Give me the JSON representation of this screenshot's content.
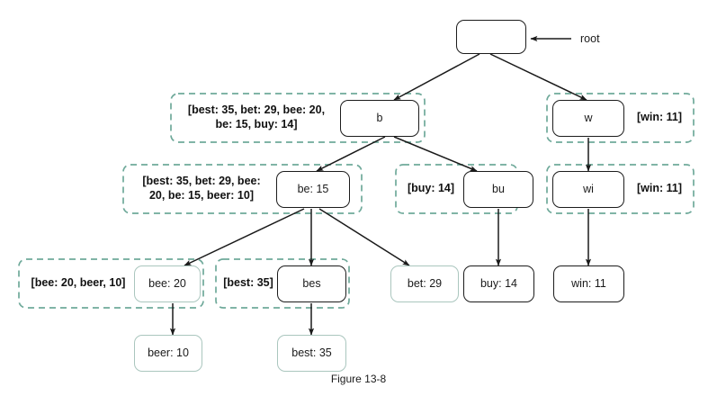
{
  "figure": {
    "caption": "Figure 13-8",
    "root_pointer_label": "root"
  },
  "colors": {
    "group_dash": "#6fa99a",
    "node_dark": "#1c1c1c",
    "node_teal": "#aac6be",
    "arrow": "#1a1a1a",
    "background": "#ffffff",
    "text": "#1a1a1a"
  },
  "nodes": [
    {
      "id": "root",
      "label": "",
      "border": "dark"
    },
    {
      "id": "b",
      "label": "b",
      "border": "dark"
    },
    {
      "id": "w",
      "label": "w",
      "border": "dark"
    },
    {
      "id": "be",
      "label": "be: 15",
      "border": "dark"
    },
    {
      "id": "bu",
      "label": "bu",
      "border": "dark"
    },
    {
      "id": "wi",
      "label": "wi",
      "border": "dark"
    },
    {
      "id": "bee",
      "label": "bee: 20",
      "border": "teal"
    },
    {
      "id": "bes",
      "label": "bes",
      "border": "dark"
    },
    {
      "id": "bet",
      "label": "bet: 29",
      "border": "teal"
    },
    {
      "id": "buy",
      "label": "buy: 14",
      "border": "dark"
    },
    {
      "id": "win",
      "label": "win: 11",
      "border": "dark"
    },
    {
      "id": "beer",
      "label": "beer: 10",
      "border": "teal"
    },
    {
      "id": "best",
      "label": "best: 35",
      "border": "teal"
    }
  ],
  "group_labels": [
    {
      "id": "group-b",
      "text": "[best: 35, bet: 29, bee: 20,\nbe: 15, buy: 14]"
    },
    {
      "id": "group-w",
      "text": "[win: 11]"
    },
    {
      "id": "group-be",
      "text": "[best: 35, bet: 29, bee:\n20, be: 15, beer: 10]"
    },
    {
      "id": "group-bu",
      "text": "[buy: 14]"
    },
    {
      "id": "group-wi",
      "text": "[win: 11]"
    },
    {
      "id": "group-bee",
      "text": "[bee: 20, beer, 10]"
    },
    {
      "id": "group-bes",
      "text": "[best: 35]"
    }
  ],
  "edges": [
    {
      "from": "root",
      "to": "b"
    },
    {
      "from": "root",
      "to": "w"
    },
    {
      "from": "b",
      "to": "be"
    },
    {
      "from": "b",
      "to": "bu"
    },
    {
      "from": "w",
      "to": "wi"
    },
    {
      "from": "be",
      "to": "bee"
    },
    {
      "from": "be",
      "to": "bes"
    },
    {
      "from": "be",
      "to": "bet"
    },
    {
      "from": "bu",
      "to": "buy"
    },
    {
      "from": "wi",
      "to": "win"
    },
    {
      "from": "bee",
      "to": "beer"
    },
    {
      "from": "bes",
      "to": "best"
    }
  ]
}
